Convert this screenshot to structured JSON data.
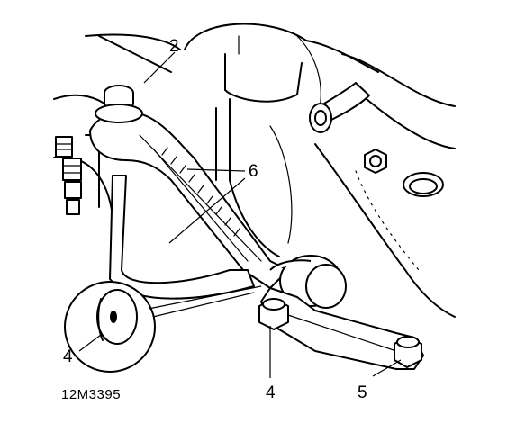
{
  "figure_code": "12M3395",
  "callouts": {
    "c2": "2",
    "c6": "6",
    "c4_inset": "4",
    "c4": "4",
    "c5": "5"
  },
  "colors": {
    "ink": "#000000",
    "paper": "#ffffff"
  }
}
